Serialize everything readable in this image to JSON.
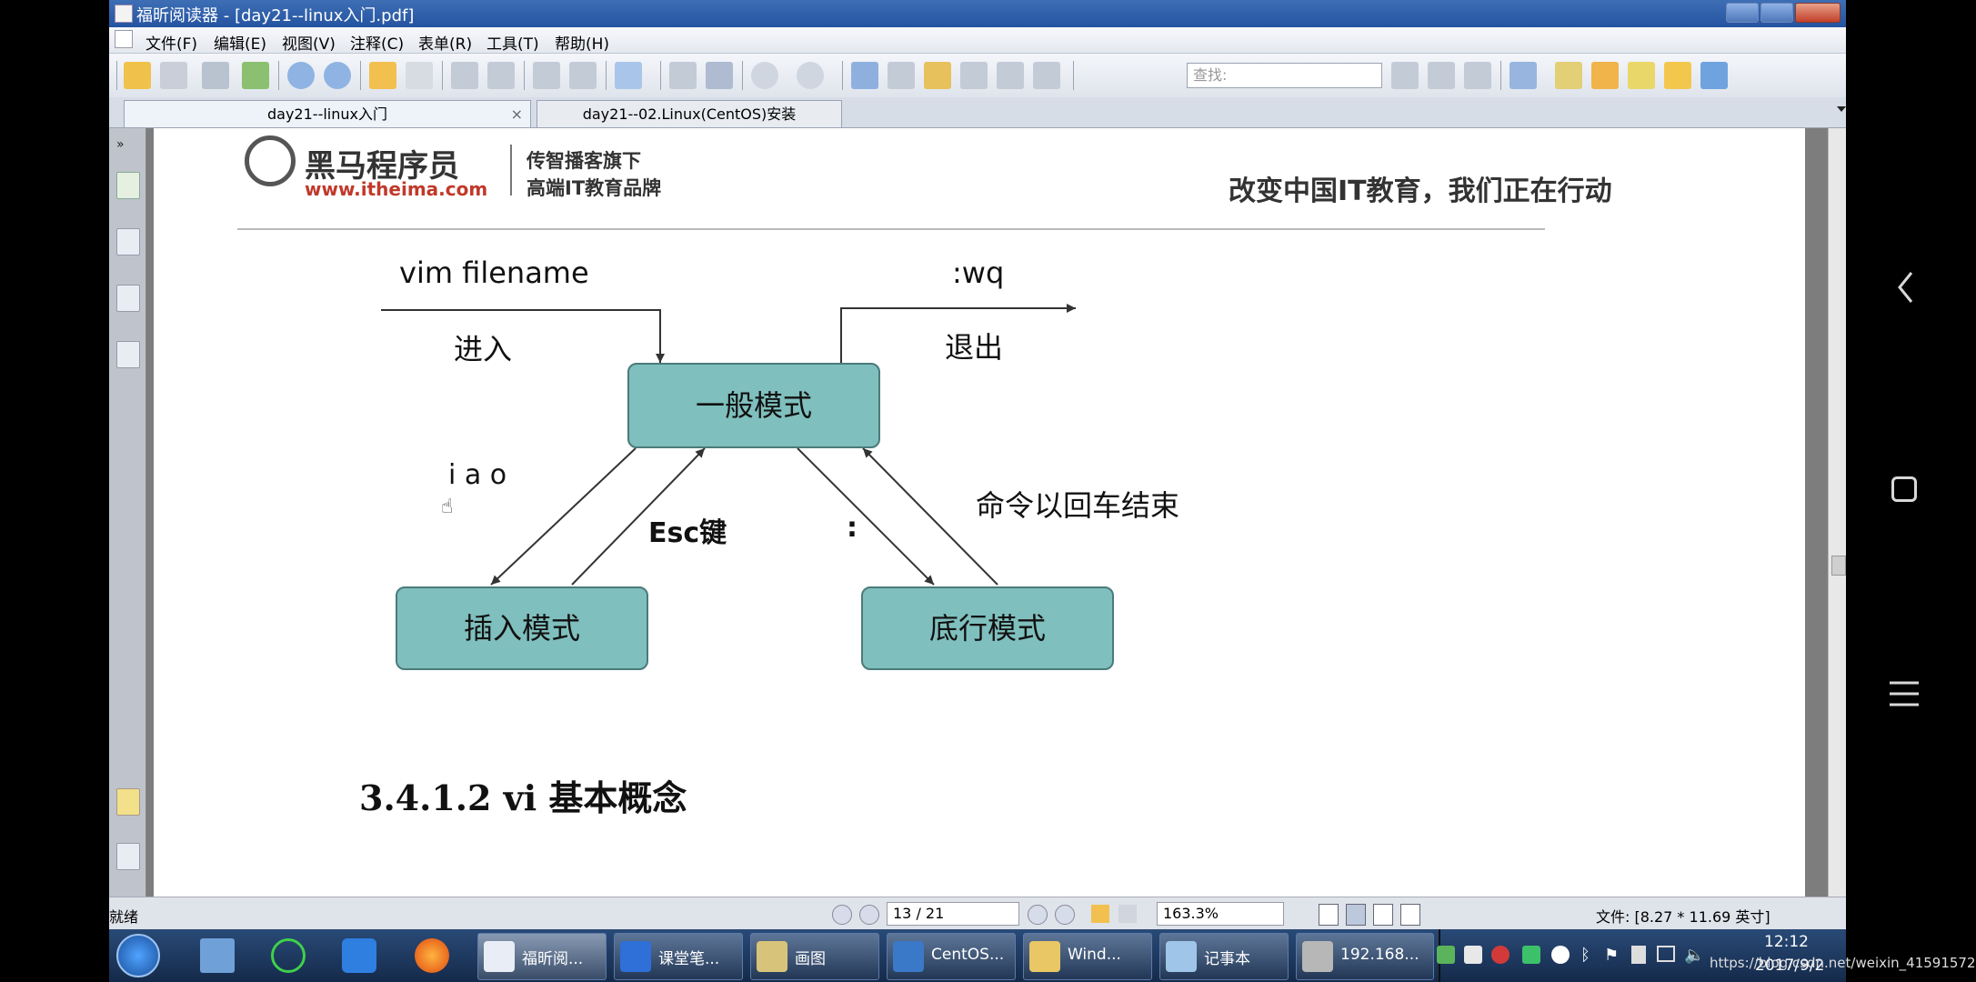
{
  "window": {
    "title": "福昕阅读器 - [day21--linux入门.pdf]"
  },
  "menu": [
    "文件(F)",
    "编辑(E)",
    "视图(V)",
    "注释(C)",
    "表单(R)",
    "工具(T)",
    "帮助(H)"
  ],
  "toolbar": {
    "search_placeholder": "查找:"
  },
  "tabs": [
    {
      "label": "day21--linux入门",
      "active": true,
      "close": "×"
    },
    {
      "label": "day21--02.Linux(CentOS)安装",
      "active": false
    }
  ],
  "page": {
    "logo_brand": "黑马程序员",
    "logo_url": "www.itheima.com",
    "tagline_1": "传智播客旗下",
    "tagline_2": "高端IT教育品牌",
    "slogan": "改变中国IT教育，我们正在行动",
    "diagram": {
      "enter_cmd": "vim filename",
      "enter_label": "进入",
      "exit_cmd": ":wq",
      "exit_label": "退出",
      "normal_mode": "一般模式",
      "insert_mode": "插入模式",
      "cmdline_mode": "底行模式",
      "insert_keys": "i a o",
      "esc_key": "Esc键",
      "colon_key": ":",
      "cmd_end": "命令以回车结束"
    },
    "section_heading": "3.4.1.2  vi 基本概念"
  },
  "statusbar": {
    "ready": "就绪",
    "page_num": "13 / 21",
    "zoom": "163.3%",
    "file_size": "文件: [8.27 * 11.69 英寸]"
  },
  "taskbar": {
    "items": [
      "福昕阅...",
      "课堂笔...",
      "画图",
      "CentOS...",
      "Wind...",
      "记事本",
      "192.168..."
    ],
    "time": "12:12",
    "date": "2017/9/2",
    "watermark": "https://blog.csdn.net/weixin_41591572"
  },
  "colors": {
    "node_fill": "#7fbfbd",
    "title_bar": "#2453a0",
    "taskbar": "#1d3a63"
  }
}
